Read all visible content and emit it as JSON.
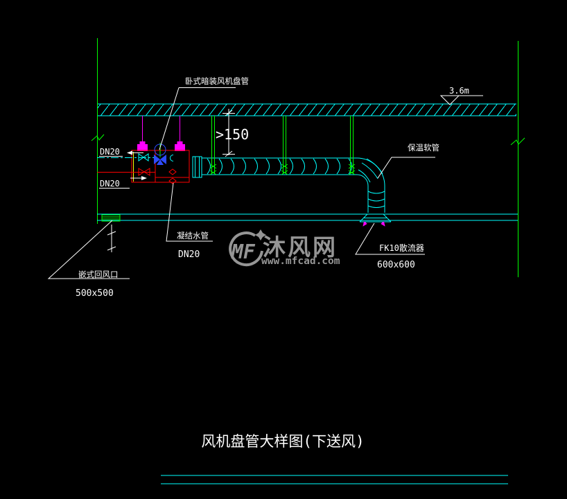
{
  "colors": {
    "background": "#000000",
    "structure_green": "#00ff00",
    "duct_cyan": "#00ffff",
    "equipment_red": "#ff0000",
    "hanger_magenta": "#ff00ff",
    "valve_blue": "#2e4bff",
    "annotation_white": "#ffffff",
    "accent_yellow": "#ffff00",
    "watermark_gray": "#9d9d9d"
  },
  "annotations": {
    "fan_coil_label": "卧式暗装风机盘管",
    "supply_dn": "DN20",
    "return_dn": "DN20",
    "clearance_dim": ">150",
    "level_mark": "3.6m",
    "flex_duct_label": "保温软管",
    "diffuser_label": "FK10散流器",
    "diffuser_size": "600x600",
    "condensate_label": "凝结水管",
    "condensate_dn": "DN20",
    "return_inlet_label": "嵌式回风口",
    "return_inlet_size": "500x500"
  },
  "title": "风机盘管大样图(下送风)",
  "watermark": {
    "logo": "MF",
    "name": "沐风网",
    "url": "www.mfcad.com"
  }
}
